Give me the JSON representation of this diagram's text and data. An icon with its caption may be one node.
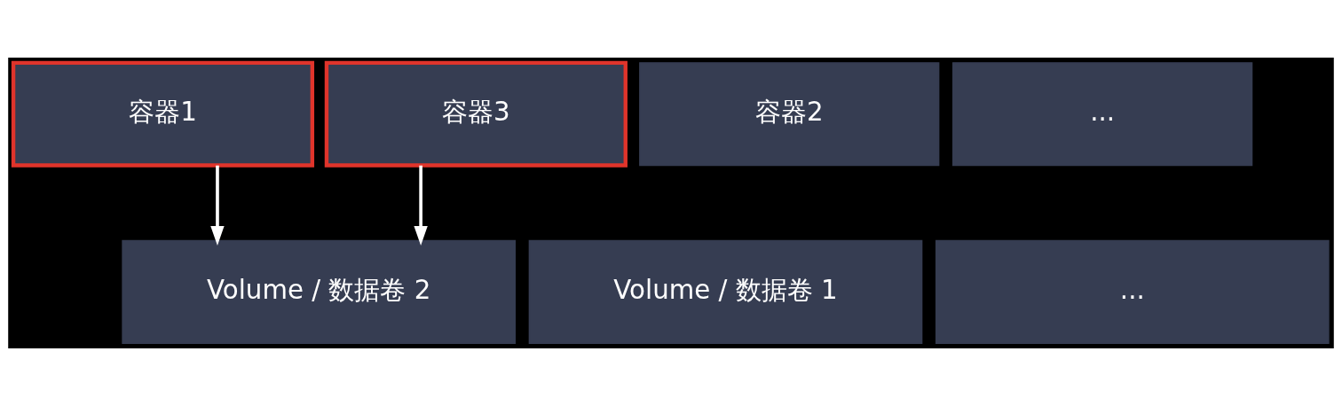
{
  "diagram": {
    "nodes": [
      {
        "text": [
          "容器1"
        ]
      },
      {
        "text": [
          "容器2"
        ]
      },
      {
        "text": [
          "容器3"
        ]
      },
      {
        "text": [
          "..."
        ]
      },
      {
        "text": [
          "Volume / 数据卷 1"
        ]
      },
      {
        "text": [
          "Volume / 数据卷 2"
        ]
      },
      {
        "text": [
          "..."
        ]
      }
    ],
    "edges": [
      {
        "from": 0,
        "to": 5,
        "arrow": "to"
      },
      {
        "from": 2,
        "to": 5,
        "arrow": "to"
      }
    ]
  }
}
